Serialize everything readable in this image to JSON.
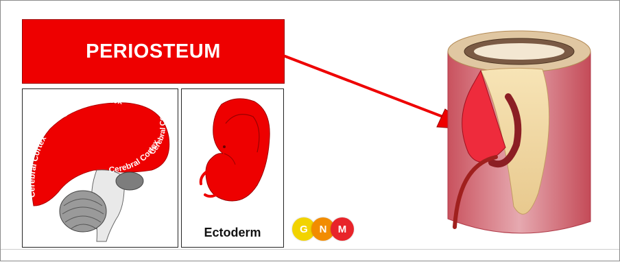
{
  "title": "PERIOSTEUM",
  "brain_labels": [
    "Cerebral Cortex",
    "Cerebral Cortex",
    "Cerebral Cortex",
    "Cerebral Cortex"
  ],
  "ectoderm_label": "Ectoderm",
  "logo": {
    "letters": [
      "G",
      "N",
      "M"
    ],
    "colors": [
      "#f2d300",
      "#f28c00",
      "#e8242a"
    ]
  },
  "colors": {
    "accent_red": "#ee0000",
    "border_dark": "#222222"
  }
}
